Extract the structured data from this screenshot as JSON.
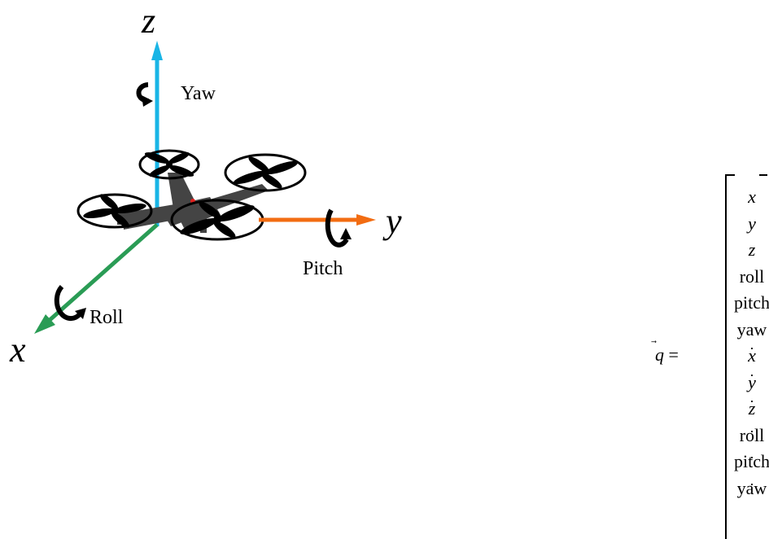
{
  "axes": {
    "z": "z",
    "y": "y",
    "x": "x"
  },
  "rotations": {
    "yaw": "Yaw",
    "pitch": "Pitch",
    "roll": "Roll"
  },
  "colors": {
    "z_axis": "#19b5e6",
    "y_axis": "#f26c12",
    "x_axis": "#2a9c55",
    "body": "#444444",
    "center_point": "#e0201e"
  },
  "equation": {
    "lhs_symbol": "q",
    "lhs_eq": " =",
    "vector": [
      {
        "text": "x",
        "italic": true,
        "dot": false
      },
      {
        "text": "y",
        "italic": true,
        "dot": false
      },
      {
        "text": "z",
        "italic": true,
        "dot": false
      },
      {
        "text": "roll",
        "italic": false,
        "dot": false
      },
      {
        "text": "pitch",
        "italic": false,
        "dot": false
      },
      {
        "text": "yaw",
        "italic": false,
        "dot": false
      },
      {
        "text": "x",
        "italic": true,
        "dot": true
      },
      {
        "text": "y",
        "italic": true,
        "dot": true
      },
      {
        "text": "z",
        "italic": true,
        "dot": true
      },
      {
        "text": "roll",
        "italic": false,
        "dot": true
      },
      {
        "text": "pitch",
        "italic": false,
        "dot": true
      },
      {
        "text": "yaw",
        "italic": false,
        "dot": true
      }
    ]
  }
}
